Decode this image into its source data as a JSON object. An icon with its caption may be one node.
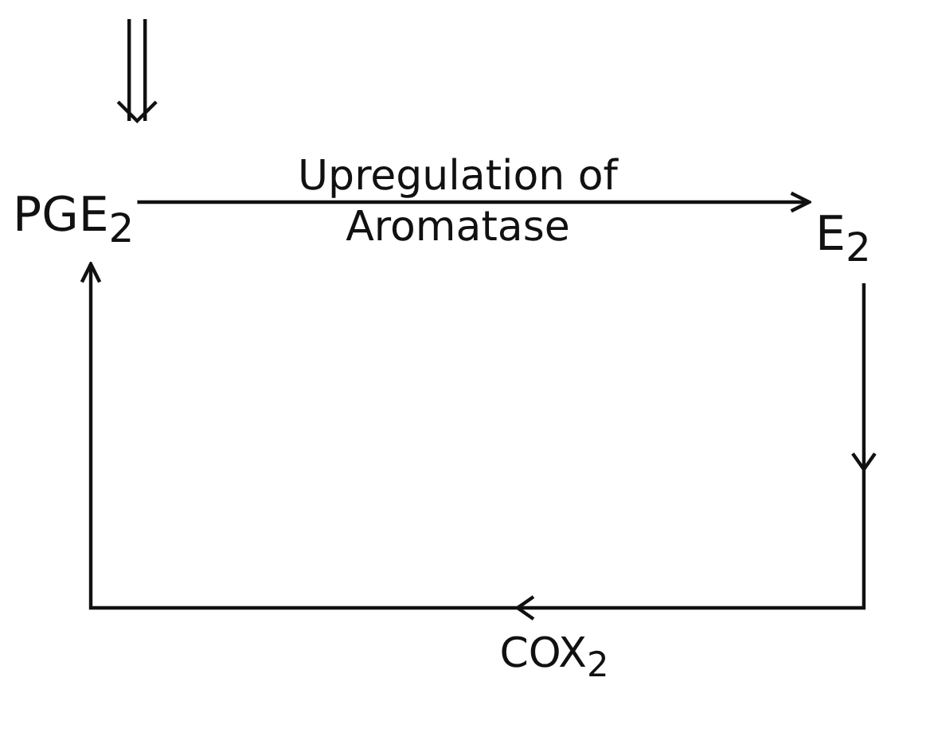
{
  "diagram": {
    "nodes": [
      {
        "text": [
          "PGE$_{2}$"
        ]
      },
      {
        "text": [
          "E$_{2}$"
        ]
      }
    ],
    "edges": [
      {
        "from": null,
        "to": 0,
        "arrow": "to"
      },
      {
        "from": 0,
        "to": 1,
        "arrow": "to",
        "label": "Upregulation of Aromatase"
      },
      {
        "from": 1,
        "to": 0,
        "arrow": "to",
        "label": "COX$_{2}$"
      }
    ]
  }
}
